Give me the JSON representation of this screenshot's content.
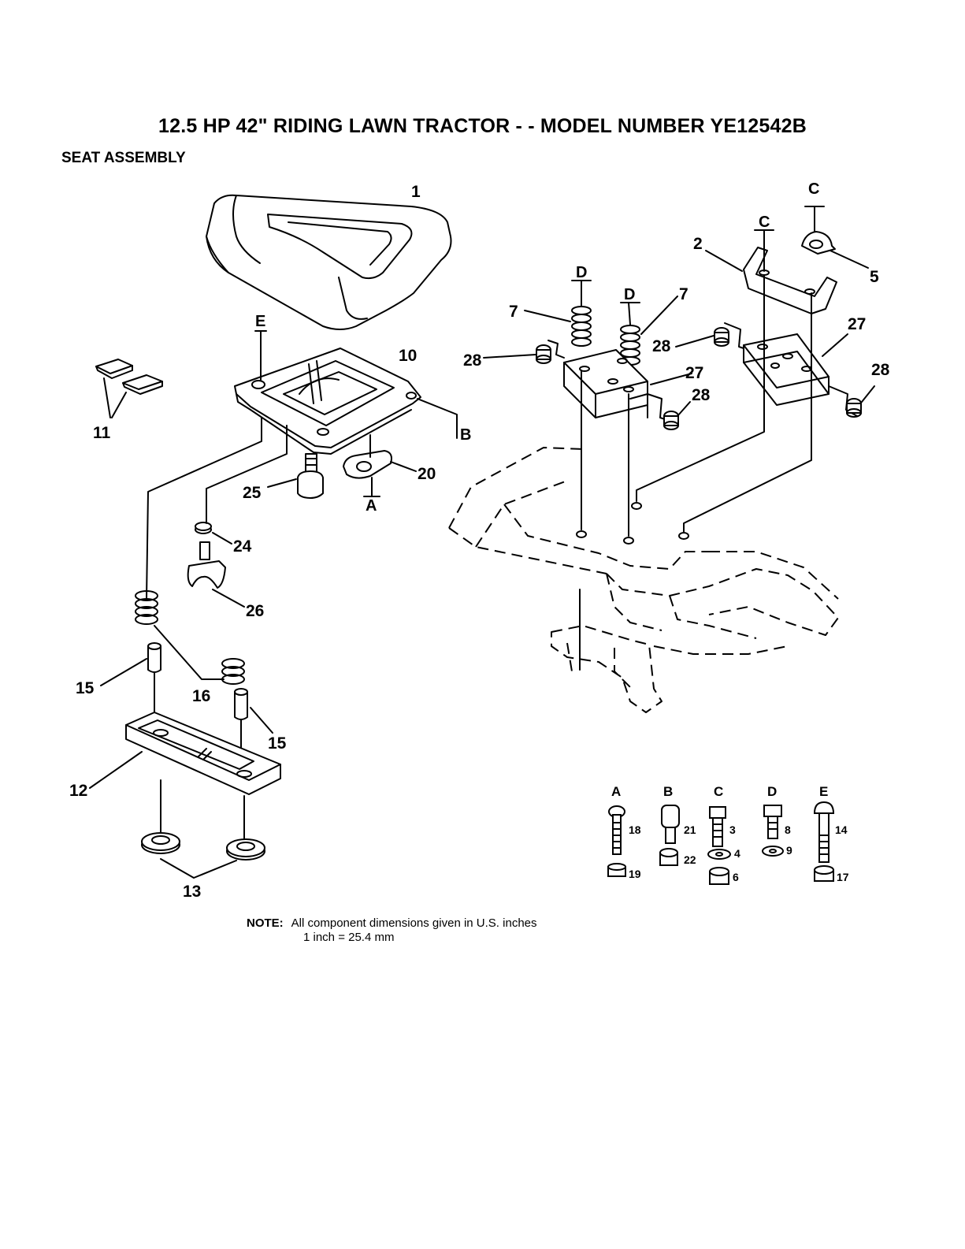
{
  "page_title": "12.5 HP 42\" RIDING LAWN TRACTOR - - MODEL NUMBER YE12542B",
  "section_title": "SEAT ASSEMBLY",
  "callouts": {
    "c1": "1",
    "c2": "2",
    "c5": "5",
    "c7a": "7",
    "c7b": "7",
    "c10": "10",
    "c11": "11",
    "c12": "12",
    "c13": "13",
    "c15a": "15",
    "c15b": "15",
    "c16": "16",
    "c20": "20",
    "c24": "24",
    "c25": "25",
    "c26": "26",
    "c27a": "27",
    "c27b": "27",
    "c28a": "28",
    "c28b": "28",
    "c28c": "28",
    "c28d": "28"
  },
  "refs": {
    "e_seat": "E",
    "b_pan": "B",
    "a_clip": "A",
    "d_left": "D",
    "d_right": "D",
    "c_left": "C",
    "c_right": "C"
  },
  "hardware": {
    "a": {
      "letter": "A",
      "parts": [
        "18",
        "19"
      ]
    },
    "b": {
      "letter": "B",
      "parts": [
        "21",
        "22"
      ]
    },
    "c": {
      "letter": "C",
      "parts": [
        "3",
        "4",
        "6"
      ]
    },
    "d": {
      "letter": "D",
      "parts": [
        "8",
        "9"
      ]
    },
    "e": {
      "letter": "E",
      "parts": [
        "14",
        "17"
      ]
    }
  },
  "note": {
    "label": "NOTE:",
    "line1": "All component dimensions given in U.S. inches",
    "line2": "1 inch = 25.4 mm"
  }
}
